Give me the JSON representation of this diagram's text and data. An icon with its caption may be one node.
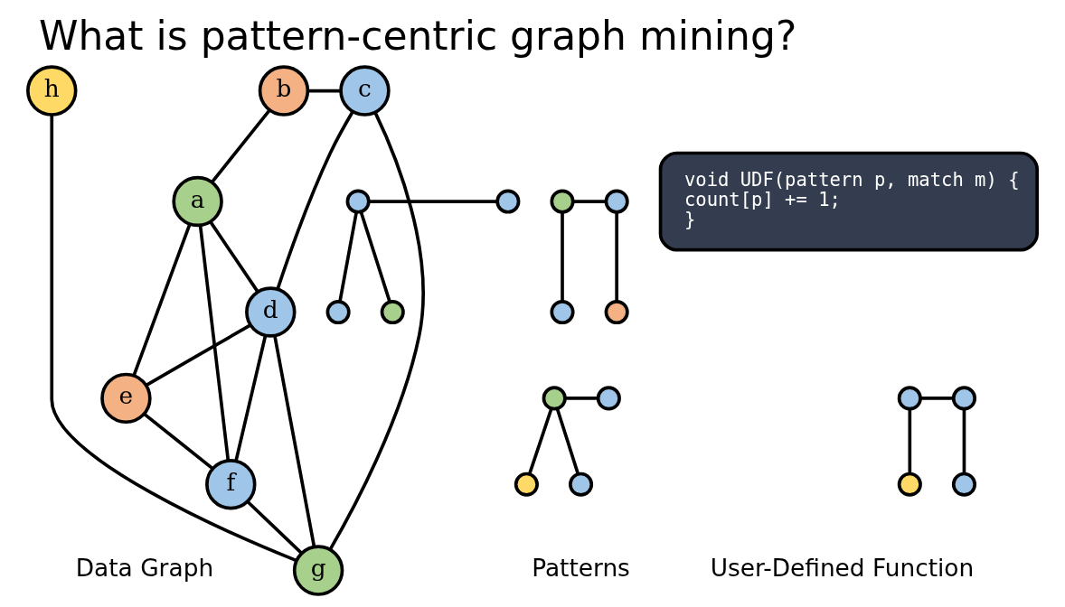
{
  "diagram": {
    "title": "What is pattern-centric graph mining?",
    "nodes": [
      {
        "text": [
          "b"
        ]
      },
      {
        "text": [
          "c"
        ]
      },
      {
        "text": [
          "h"
        ]
      },
      {
        "text": [
          "a"
        ]
      },
      {
        "text": [
          "d"
        ]
      },
      {
        "text": [
          "g"
        ]
      },
      {
        "text": [
          "f"
        ]
      },
      {
        "text": [
          "e"
        ]
      },
      {
        "text": [],
        "shape": "circle"
      },
      {
        "text": [],
        "shape": "circle"
      },
      {
        "text": [],
        "shape": "circle"
      },
      {
        "text": [],
        "shape": "circle"
      },
      {
        "text": [],
        "shape": "circle"
      },
      {
        "text": [],
        "shape": "circle"
      },
      {
        "text": [],
        "shape": "circle"
      },
      {
        "text": [],
        "shape": "circle"
      },
      {
        "text": [],
        "shape": "circle"
      },
      {
        "text": [],
        "shape": "circle"
      },
      {
        "text": [],
        "shape": "circle"
      },
      {
        "text": [],
        "shape": "circle"
      },
      {
        "text": [],
        "shape": "circle"
      },
      {
        "text": [],
        "shape": "circle"
      },
      {
        "text": [],
        "shape": "circle"
      },
      {
        "text": [],
        "shape": "circle"
      },
      {
        "text": [
          "void UDF(pattern p, match m) {",
          "count[p] += 1;",
          "}"
        ]
      }
    ],
    "edges": [
      {
        "from": 0,
        "to": 1,
        "arrow": "none"
      },
      {
        "from": 0,
        "to": 3,
        "arrow": "none"
      },
      {
        "from": 1,
        "to": 4,
        "arrow": "none"
      },
      {
        "from": 1,
        "to": 5,
        "arrow": "none"
      },
      {
        "from": 2,
        "to": 5,
        "arrow": "none"
      },
      {
        "from": 3,
        "to": 4,
        "arrow": "none"
      },
      {
        "from": 3,
        "to": 6,
        "arrow": "none"
      },
      {
        "from": 3,
        "to": 7,
        "arrow": "none"
      },
      {
        "from": 4,
        "to": 5,
        "arrow": "none"
      },
      {
        "from": 4,
        "to": 7,
        "arrow": "none"
      },
      {
        "from": 4,
        "to": 6,
        "arrow": "none"
      },
      {
        "from": 7,
        "to": 6,
        "arrow": "none"
      },
      {
        "from": 6,
        "to": 5,
        "arrow": "none"
      },
      {
        "from": 8,
        "to": 9,
        "arrow": "none"
      },
      {
        "from": 8,
        "to": 12,
        "arrow": "none"
      },
      {
        "from": 8,
        "to": 13,
        "arrow": "none"
      },
      {
        "from": 10,
        "to": 11,
        "arrow": "none"
      },
      {
        "from": 10,
        "to": 14,
        "arrow": "none"
      },
      {
        "from": 11,
        "to": 15,
        "arrow": "none"
      },
      {
        "from": 16,
        "to": 17,
        "arrow": "none"
      },
      {
        "from": 16,
        "to": 20,
        "arrow": "none"
      },
      {
        "from": 16,
        "to": 21,
        "arrow": "none"
      },
      {
        "from": 18,
        "to": 19,
        "arrow": "none"
      },
      {
        "from": 18,
        "to": 22,
        "arrow": "none"
      },
      {
        "from": 19,
        "to": 23,
        "arrow": "none"
      }
    ],
    "labels": [
      "Data Graph",
      "Patterns",
      "User-Defined Function"
    ]
  }
}
